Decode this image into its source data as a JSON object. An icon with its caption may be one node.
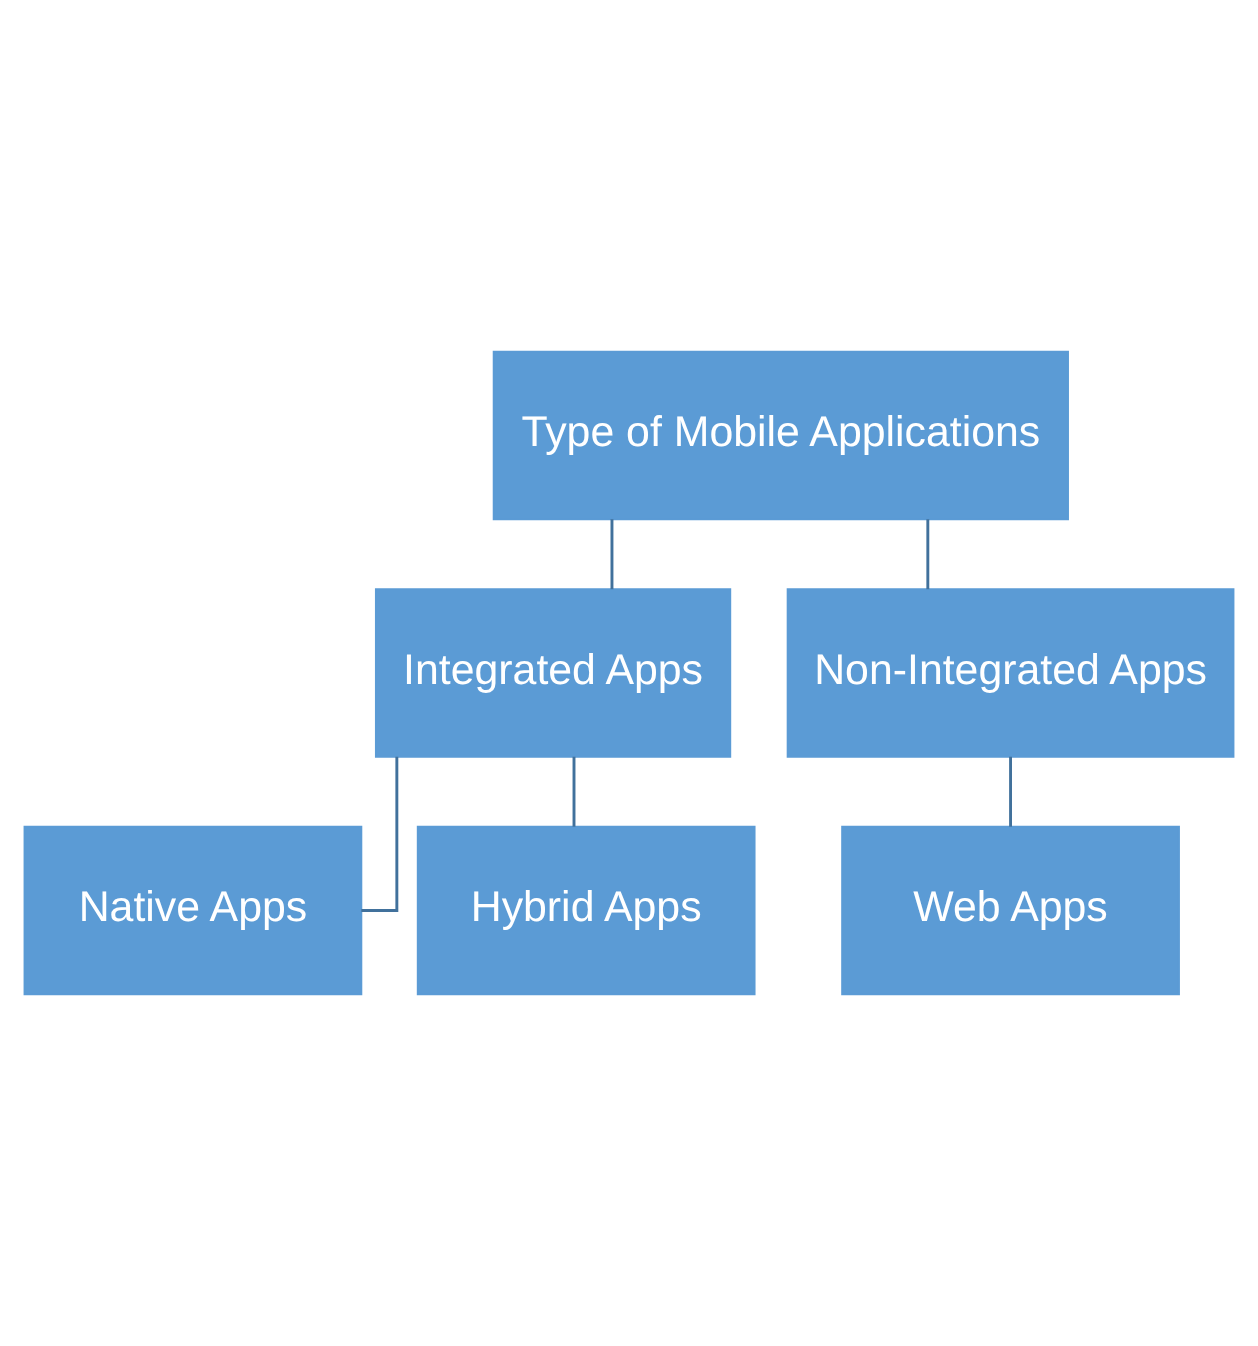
{
  "diagram": {
    "nodes": [
      {
        "text": [
          "Type of Mobile Applications"
        ]
      },
      {
        "text": [
          "Integrated Apps"
        ]
      },
      {
        "text": [
          "Non-Integrated Apps"
        ]
      },
      {
        "text": [
          "Native Apps"
        ]
      },
      {
        "text": [
          "Hybrid Apps"
        ]
      },
      {
        "text": [
          "Web Apps"
        ]
      }
    ],
    "edges": [
      {
        "from": 0,
        "to": 1,
        "arrow": "none"
      },
      {
        "from": 0,
        "to": 2,
        "arrow": "none"
      },
      {
        "from": 1,
        "to": 3,
        "arrow": "none"
      },
      {
        "from": 1,
        "to": 4,
        "arrow": "none"
      },
      {
        "from": 2,
        "to": 5,
        "arrow": "none"
      }
    ]
  }
}
